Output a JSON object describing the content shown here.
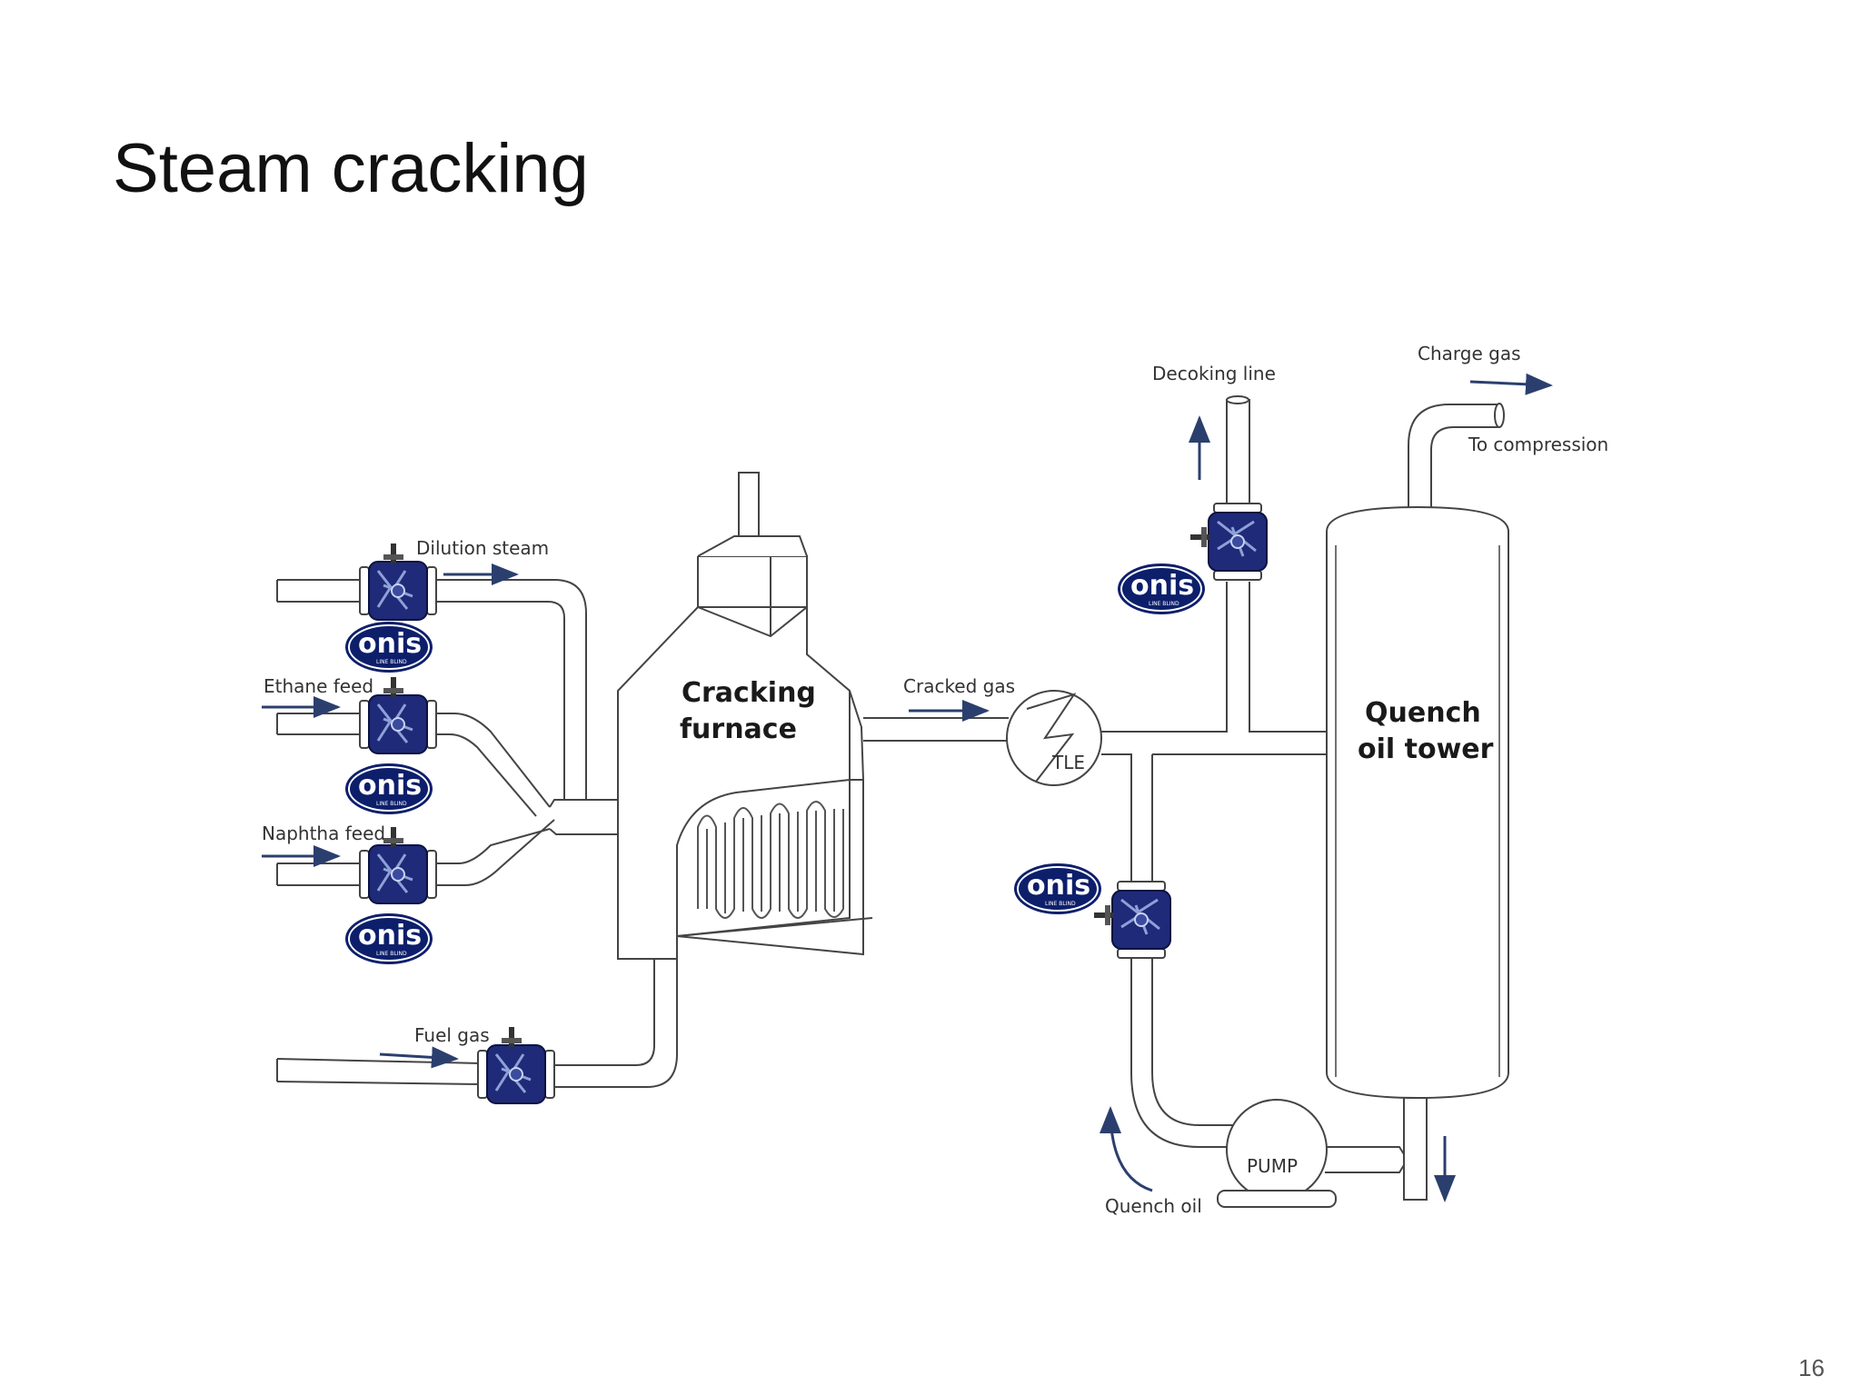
{
  "slide": {
    "title": "Steam cracking",
    "page_number": "16"
  },
  "labels": {
    "dilution_steam": "Dilution steam",
    "ethane_feed": "Ethane feed",
    "naphtha_feed": "Naphtha feed",
    "fuel_gas": "Fuel gas",
    "cracking_furnace_line1": "Cracking",
    "cracking_furnace_line2": "furnace",
    "cracked_gas": "Cracked gas",
    "tle": "TLE",
    "decoking_line": "Decoking line",
    "charge_gas": "Charge gas",
    "to_compression": "To compression",
    "quench_oil_tower_line1": "Quench",
    "quench_oil_tower_line2": "oil tower",
    "pump": "PUMP",
    "quench_oil": "Quench oil"
  },
  "logo": {
    "brand": "onis",
    "tagline": "LINE BLIND"
  },
  "colors": {
    "valve_blue": "#1f2a78",
    "logo_navy": "#0d1f6b",
    "arrow": "#2b3f6e",
    "pipe_stroke": "#444444"
  }
}
